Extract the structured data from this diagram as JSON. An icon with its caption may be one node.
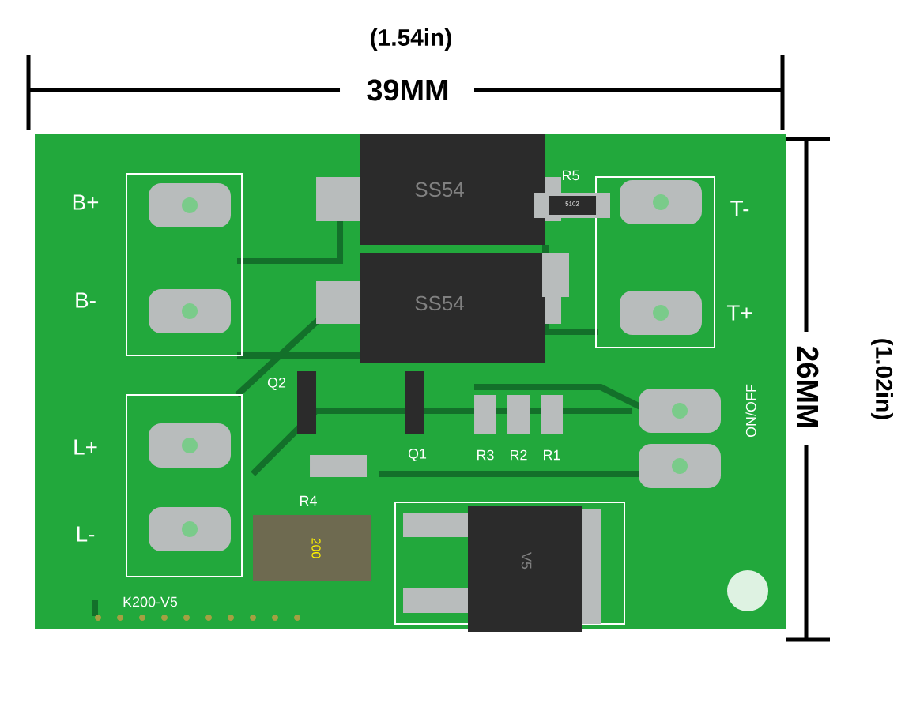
{
  "diagram": {
    "labels": [
      "(1.54in)",
      "39MM",
      "26MM",
      "(1.02in)",
      "B+",
      "B-",
      "T-",
      "T+",
      "L+",
      "L-",
      "ON/OFF",
      "R5",
      "5102",
      "SS54",
      "SS54",
      "Q2",
      "Q1",
      "R3",
      "R2",
      "R1",
      "R4",
      "200",
      "V5",
      "K200-V5"
    ]
  }
}
